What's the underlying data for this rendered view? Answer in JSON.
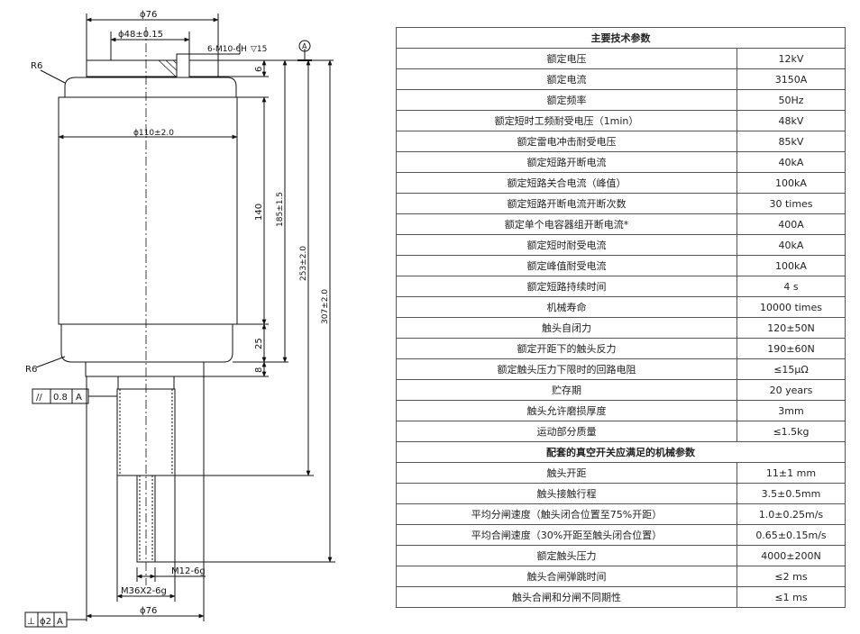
{
  "drawing": {
    "dims": {
      "top_dia": "ϕ76",
      "bore_dia": "ϕ48±0.15",
      "thread_holes": "6-M10-6H",
      "hole_depth": "▽15",
      "top_flange_h": "6",
      "datum_label": "A",
      "top_radius": "R6",
      "body_dia": "ϕ110±2.0",
      "body_len": "140",
      "overall_1": "185±1.5",
      "overall_2": "253±2.0",
      "overall_3": "307±2.0",
      "bottom_h": "25",
      "flange_h": "8",
      "bottom_radius": "R6",
      "stud_thread": "M12-6g",
      "rod_thread": "M36X2-6g",
      "bottom_dia": "ϕ76"
    },
    "fcf_parallel": {
      "symbol": "//",
      "value": "0.8",
      "datum": "A"
    },
    "fcf_perp": {
      "symbol": "⊥",
      "value": "ϕ2",
      "datum": "A"
    }
  },
  "table": {
    "section1": "主要技术参数",
    "rows1": [
      {
        "param": "额定电压",
        "value": "12kV"
      },
      {
        "param": "额定电流",
        "value": "3150A"
      },
      {
        "param": "额定频率",
        "value": "50Hz"
      },
      {
        "param": "额定短时工频耐受电压（1min）",
        "value": "48kV"
      },
      {
        "param": "额定雷电冲击耐受电压",
        "value": "85kV"
      },
      {
        "param": "额定短路开断电流",
        "value": "40kA"
      },
      {
        "param": "额定短路关合电流（峰值）",
        "value": "100kA"
      },
      {
        "param": "额定短路开断电流开断次数",
        "value": "30 times"
      },
      {
        "param": "额定单个电容器组开断电流*",
        "value": "400A"
      },
      {
        "param": "额定短时耐受电流",
        "value": "40kA"
      },
      {
        "param": "额定峰值耐受电流",
        "value": "100kA"
      },
      {
        "param": "额定短路持续时间",
        "value": "4 s"
      },
      {
        "param": "机械寿命",
        "value": "10000 times"
      },
      {
        "param": "触头自闭力",
        "value": "120±50N"
      },
      {
        "param": "额定开距下的触头反力",
        "value": "190±60N"
      },
      {
        "param": "额定触头压力下限时的回路电阻",
        "value": "≤15μΩ"
      },
      {
        "param": "贮存期",
        "value": "20 years"
      },
      {
        "param": "触头允许磨损厚度",
        "value": "3mm"
      },
      {
        "param": "运动部分质量",
        "value": "≤1.5kg"
      }
    ],
    "section2": "配套的真空开关应满足的机械参数",
    "rows2": [
      {
        "param": "触头开距",
        "value": "11±1 mm"
      },
      {
        "param": "触头接触行程",
        "value": "3.5±0.5mm"
      },
      {
        "param": "平均分闸速度（触头闭合位置至75%开距）",
        "value": "1.0±0.25m/s"
      },
      {
        "param": "平均合闸速度（30%开距至触头闭合位置）",
        "value": "0.65±0.15m/s"
      },
      {
        "param": "额定触头压力",
        "value": "4000±200N"
      },
      {
        "param": "触头合闸弹跳时间",
        "value": "≤2 ms"
      },
      {
        "param": "触头合闸和分闸不同期性",
        "value": "≤1 ms"
      }
    ]
  }
}
